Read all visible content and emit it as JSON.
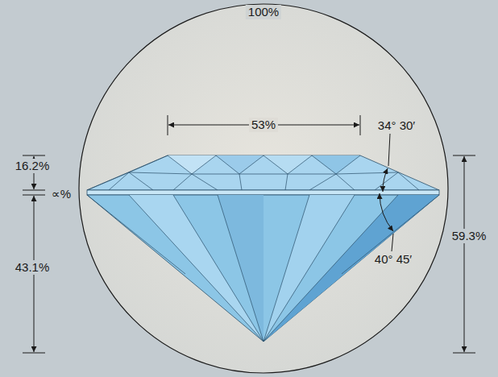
{
  "diagram": {
    "labels": [
      "100%",
      "53%",
      "34° 30′",
      "16.2%",
      "∝%",
      "43.1%",
      "59.3%",
      "40° 45′"
    ]
  }
}
